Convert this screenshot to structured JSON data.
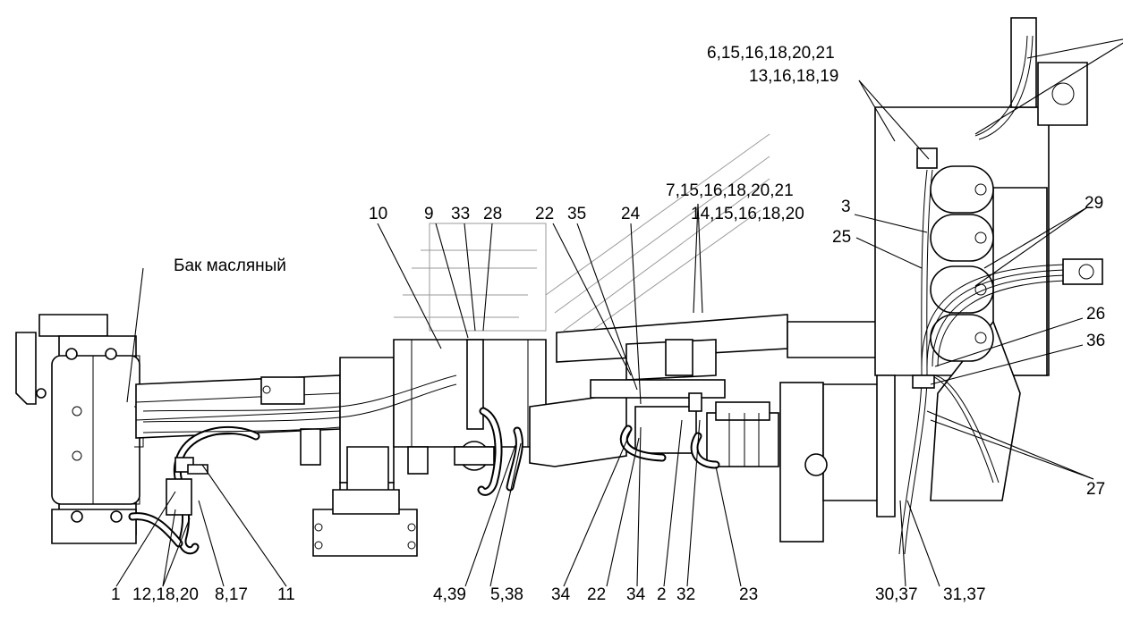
{
  "labels": {
    "tank": "Бак масляный",
    "l_6_15": "6,15,16,18,20,21",
    "l_13_16": "13,16,18,19",
    "l_7_15": "7,15,16,18,20,21",
    "l_14_15": "14,15,16,18,20",
    "l_10": "10",
    "l_9": "9",
    "l_33": "33",
    "l_28": "28",
    "l_22top": "22",
    "l_35": "35",
    "l_24": "24",
    "l_3": "3",
    "l_25": "25",
    "l_29": "29",
    "l_26": "26",
    "l_36": "36",
    "l_27": "27",
    "l_1": "1",
    "l_12": "12,18,20",
    "l_8": "8,17",
    "l_11": "11",
    "l_4": "4,39",
    "l_5": "5,38",
    "l_34a": "34",
    "l_22b": "22",
    "l_34b": "34",
    "l_2": "2",
    "l_32": "32",
    "l_23": "23",
    "l_30": "30,37",
    "l_31": "31,37"
  }
}
